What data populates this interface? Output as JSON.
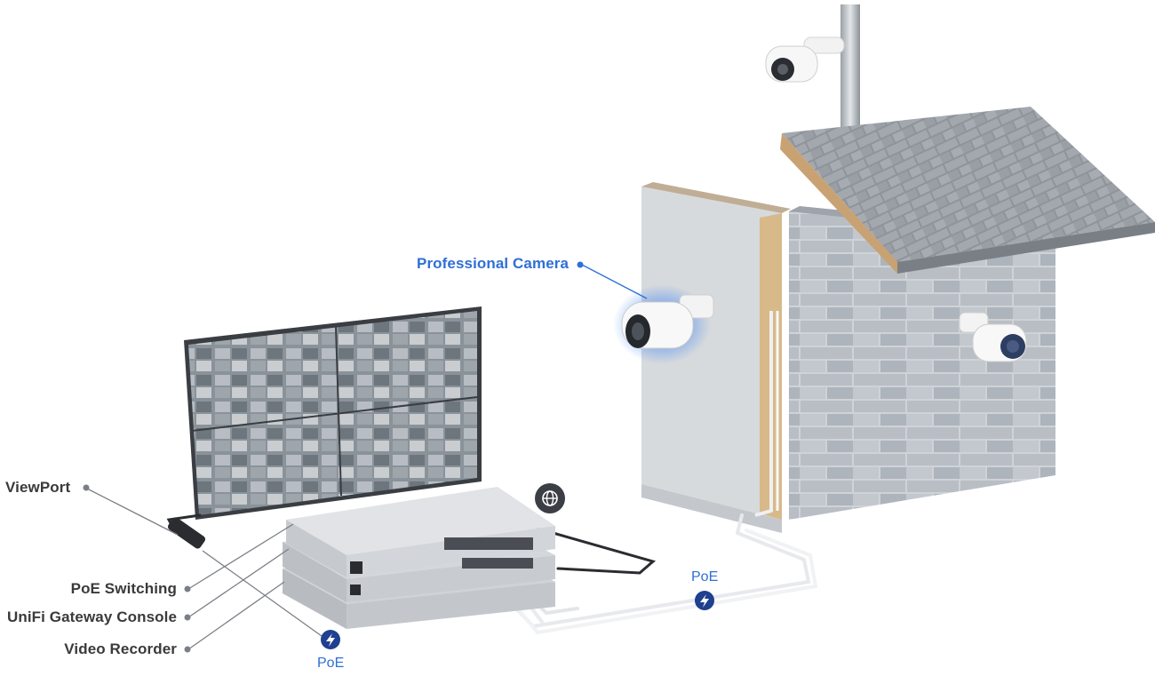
{
  "labels": {
    "professional_camera": "Professional Camera",
    "viewport": "ViewPort",
    "poe_switching": "PoE Switching",
    "unifi_gateway_console": "UniFi Gateway Console",
    "video_recorder": "Video Recorder",
    "poe_top": "PoE",
    "poe_bottom": "PoE"
  },
  "colors": {
    "accent_blue": "#2f6fd6",
    "dark_badge": "#1f3f8f",
    "text_dark": "#3a3a3a"
  },
  "icons": [
    "globe-icon",
    "lightning-icon",
    "lightning-icon"
  ]
}
